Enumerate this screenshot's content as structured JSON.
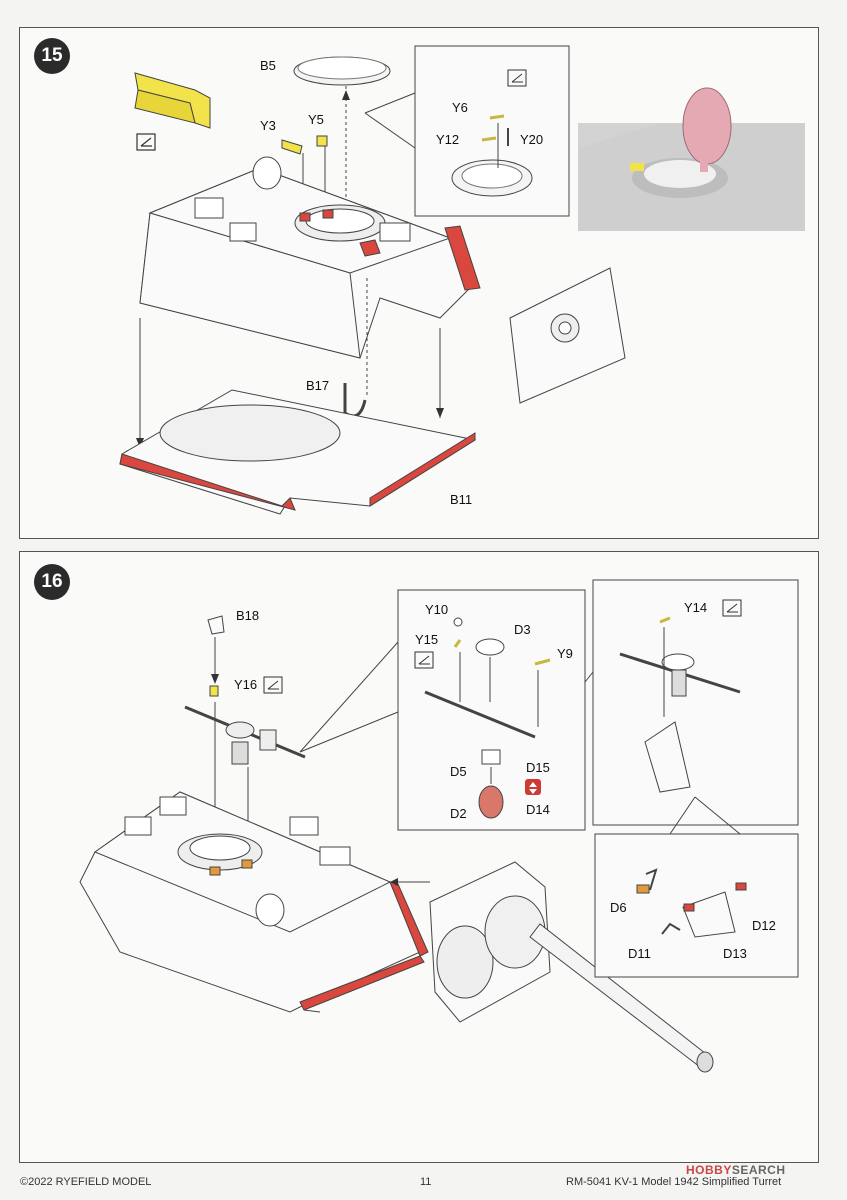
{
  "step15": {
    "number": "15",
    "labels": {
      "b5": "B5",
      "y3": "Y3",
      "y5": "Y5",
      "y6": "Y6",
      "y12": "Y12",
      "y20": "Y20",
      "b17": "B17",
      "b11": "B11"
    }
  },
  "step16": {
    "number": "16",
    "labels": {
      "b18": "B18",
      "y16": "Y16",
      "y10": "Y10",
      "y15": "Y15",
      "d3": "D3",
      "y9": "Y9",
      "d5": "D5",
      "d15": "D15",
      "d2": "D2",
      "d14": "D14",
      "y14": "Y14",
      "d6": "D6",
      "d12": "D12",
      "d11": "D11",
      "d13": "D13"
    }
  },
  "footer": {
    "copyright": "©2022 RYEFIELD MODEL",
    "page": "11",
    "title": "RM-5041 KV-1 Model 1942 Simplified Turret"
  },
  "watermark": {
    "part1": "HOBBY",
    "part2": "SEARCH"
  },
  "colors": {
    "red_part": "#d9473f",
    "yellow_part": "#f2e34a",
    "pink_part": "#e5a9b4",
    "ink": "#333333"
  }
}
